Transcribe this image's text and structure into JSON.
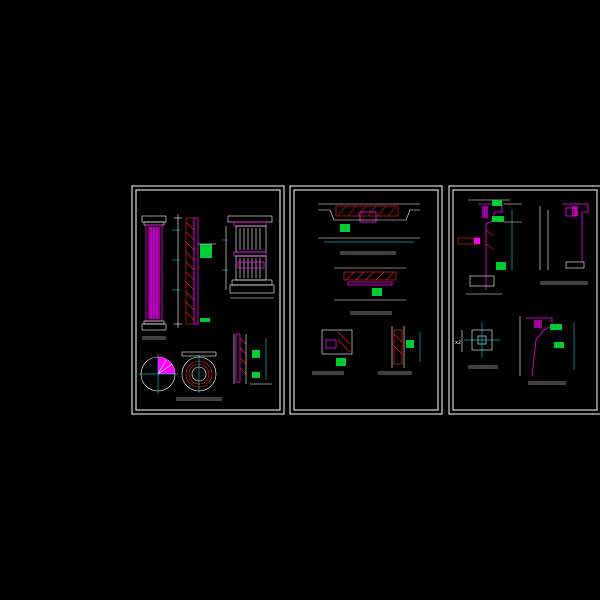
{
  "canvas": {
    "background": "#000000"
  },
  "colors": {
    "frame": "#ffffff",
    "magenta": "#ff00ff",
    "red": "#ff2020",
    "green": "#00cc33",
    "cyan": "#00ffff",
    "yellow": "#ffff00"
  },
  "sheets": [
    {
      "id": "sheet-1"
    },
    {
      "id": "sheet-2"
    },
    {
      "id": "sheet-3"
    }
  ],
  "annotations": {
    "dim_x2": "x2"
  }
}
